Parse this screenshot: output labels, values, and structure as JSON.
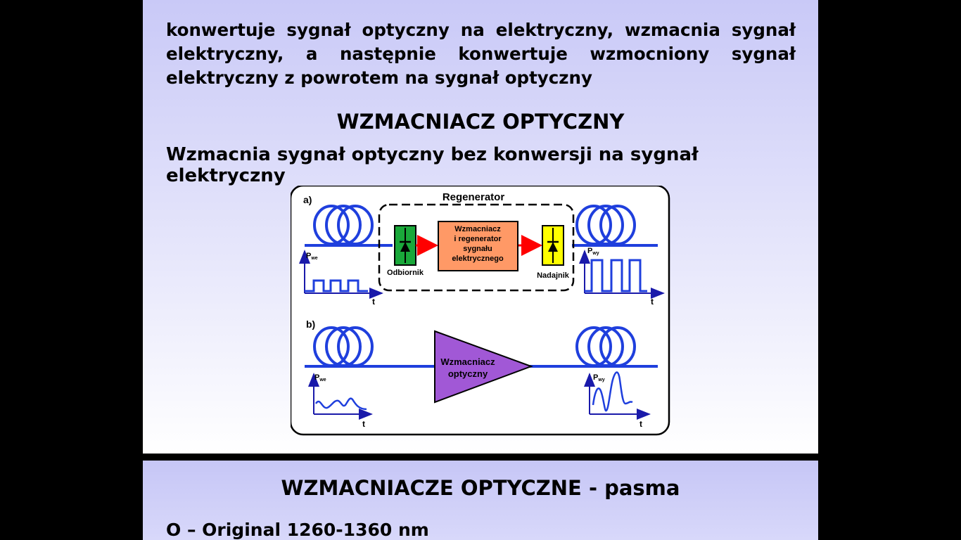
{
  "slide1": {
    "intro_text": "konwertuje sygnał optyczny na elektryczny, wzmacnia sygnał elektryczny, a następnie konwertuje wzmocniony sygnał elektryczny z powrotem na sygnał optyczny",
    "heading": "WZMACNIACZ OPTYCZNY",
    "subheading": "Wzmacnia sygnał optyczny bez konwersji na sygnał elektryczny",
    "diagram": {
      "panel_a_label": "a)",
      "panel_b_label": "b)",
      "regenerator_label": "Regenerator",
      "receiver_label": "Odbiornik",
      "transmitter_label": "Nadajnik",
      "electrical_box_line1": "Wzmacniacz",
      "electrical_box_line2": "i regenerator",
      "electrical_box_line3": "sygnału",
      "electrical_box_line4": "elektrycznego",
      "amplifier_line1": "Wzmacniacz",
      "amplifier_line2": "optyczny",
      "p_in_main": "P",
      "p_in_sub": "we",
      "p_out_main": "P",
      "p_out_sub": "wy",
      "time_axis": "t",
      "colors": {
        "fiber": "#1f3fdd",
        "signal": "#1a1aaa",
        "electrical_arrow": "#ff0000",
        "receiver_fill": "#1aa83a",
        "transmitter_fill": "#ffff00",
        "electrical_box_fill": "#ff9966",
        "amplifier_fill": "#a158d6"
      }
    }
  },
  "slide2": {
    "heading": "WZMACNIACZE OPTYCZNE - pasma",
    "first_band": "O – Original 1260-1360 nm"
  }
}
